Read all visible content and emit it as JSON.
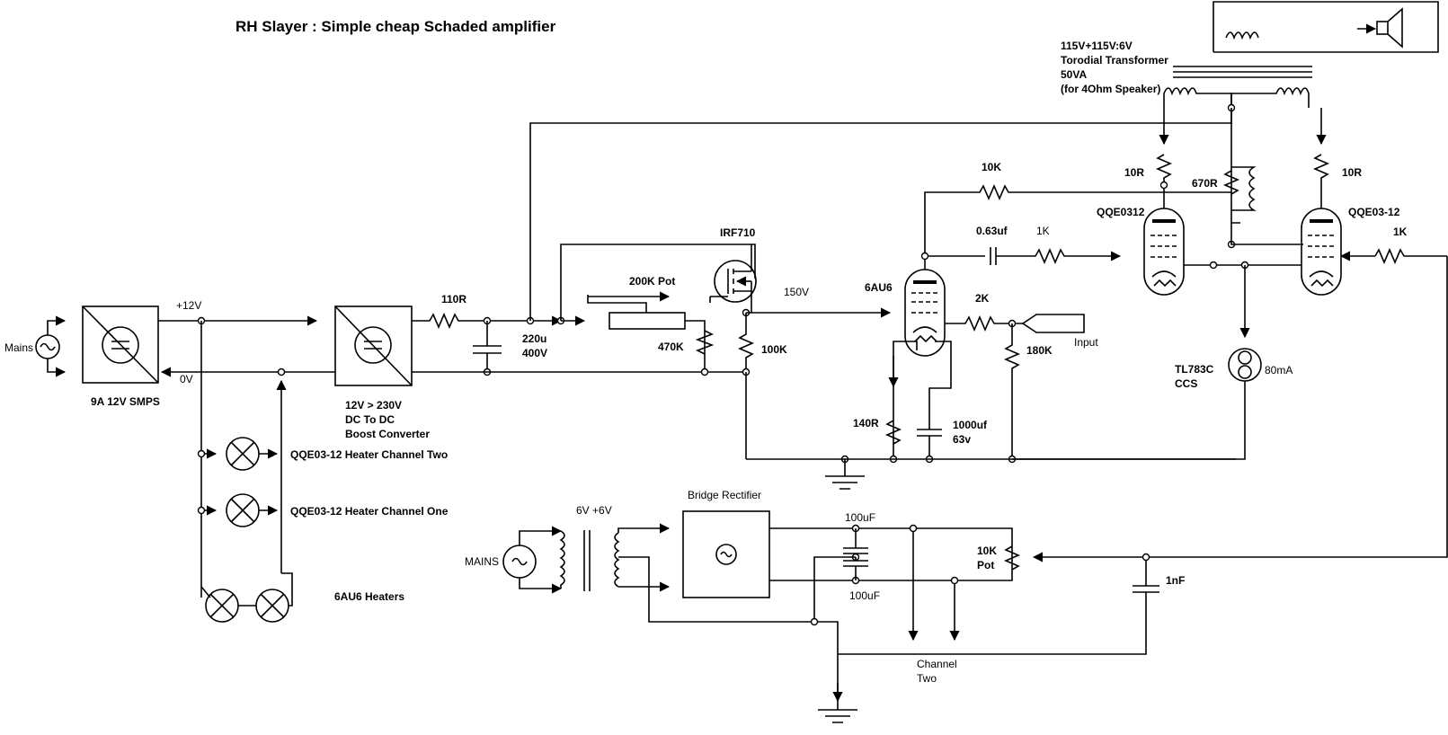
{
  "title": "RH Slayer : Simple cheap Schaded amplifier",
  "labels": {
    "mains_left": "Mains",
    "plus12v": "+12V",
    "zero_v": "0V",
    "smps": "9A 12V SMPS",
    "boost_l1": "12V > 230V",
    "boost_l2": "DC To DC",
    "boost_l3": "Boost Converter",
    "r110": "110R",
    "cap220_l1": "220u",
    "cap220_l2": "400V",
    "mosfet": "IRF710",
    "pot200k": "200K Pot",
    "v150": "150V",
    "r470k": "470K",
    "r100k": "100K",
    "tube6au6": "6AU6",
    "r10k_fb": "10K",
    "cap063": "0.63uf",
    "r1k_a": "1K",
    "r2k": "2K",
    "input": "Input",
    "r180k": "180K",
    "r140r": "140R",
    "cap1000_l1": "1000uf",
    "cap1000_l2": "63v",
    "xfmr_l1": "115V+115V:6V",
    "xfmr_l2": "Torodial Transformer",
    "xfmr_l3": "50VA",
    "xfmr_l4": "(for 4Ohm Speaker)",
    "r10r_left": "10R",
    "r10r_right": "10R",
    "r670r": "670R",
    "tube_qqe_left": "QQE0312",
    "tube_qqe_right": "QQE03-12",
    "r1k_b": "1K",
    "ccs_l1": "TL783C",
    "ccs_l2": "CCS",
    "ma80": "80mA",
    "heater_two": "QQE03-12 Heater Channel Two",
    "heater_one": "QQE03-12 Heater Channel One",
    "heater_6au6": "6AU6 Heaters",
    "mains_bottom": "MAINS",
    "v6v6": "6V +6V",
    "bridge": "Bridge Rectifier",
    "cap100_top": "100uF",
    "cap100_bottom": "100uF",
    "pot10k_l1": "10K",
    "pot10k_l2": "Pot",
    "c1nf": "1nF",
    "channel_l1": "Channel",
    "channel_l2": "Two"
  }
}
